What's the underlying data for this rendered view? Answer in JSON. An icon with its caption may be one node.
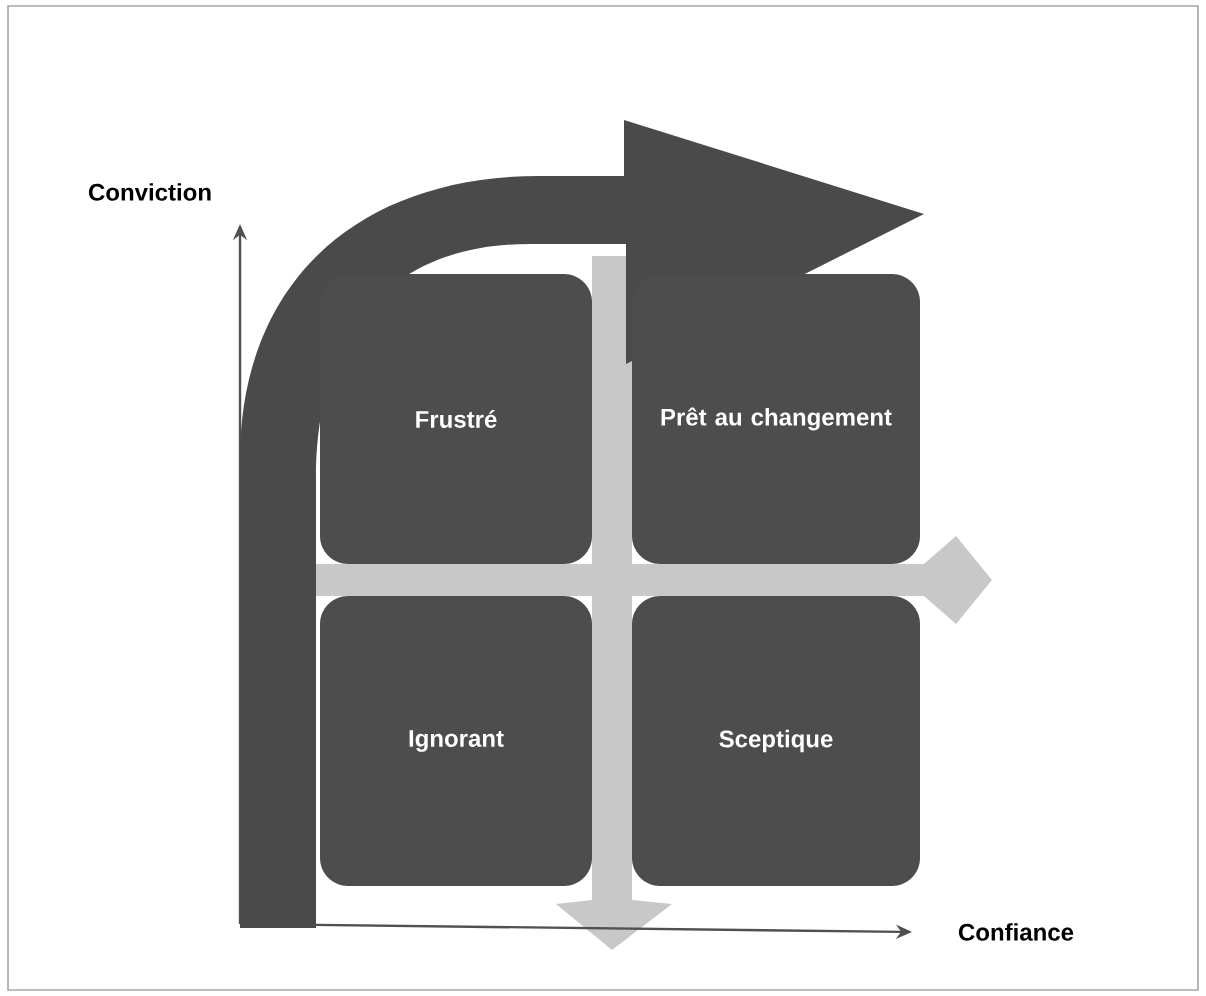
{
  "diagram": {
    "nodes": [
      {
        "text": [
          "Frustré"
        ]
      },
      {
        "text": [
          "Prêt au changement"
        ]
      },
      {
        "text": [
          "Ignorant"
        ]
      },
      {
        "text": [
          "Sceptique"
        ]
      }
    ],
    "labels": [
      "Conviction",
      "Confiance"
    ]
  }
}
